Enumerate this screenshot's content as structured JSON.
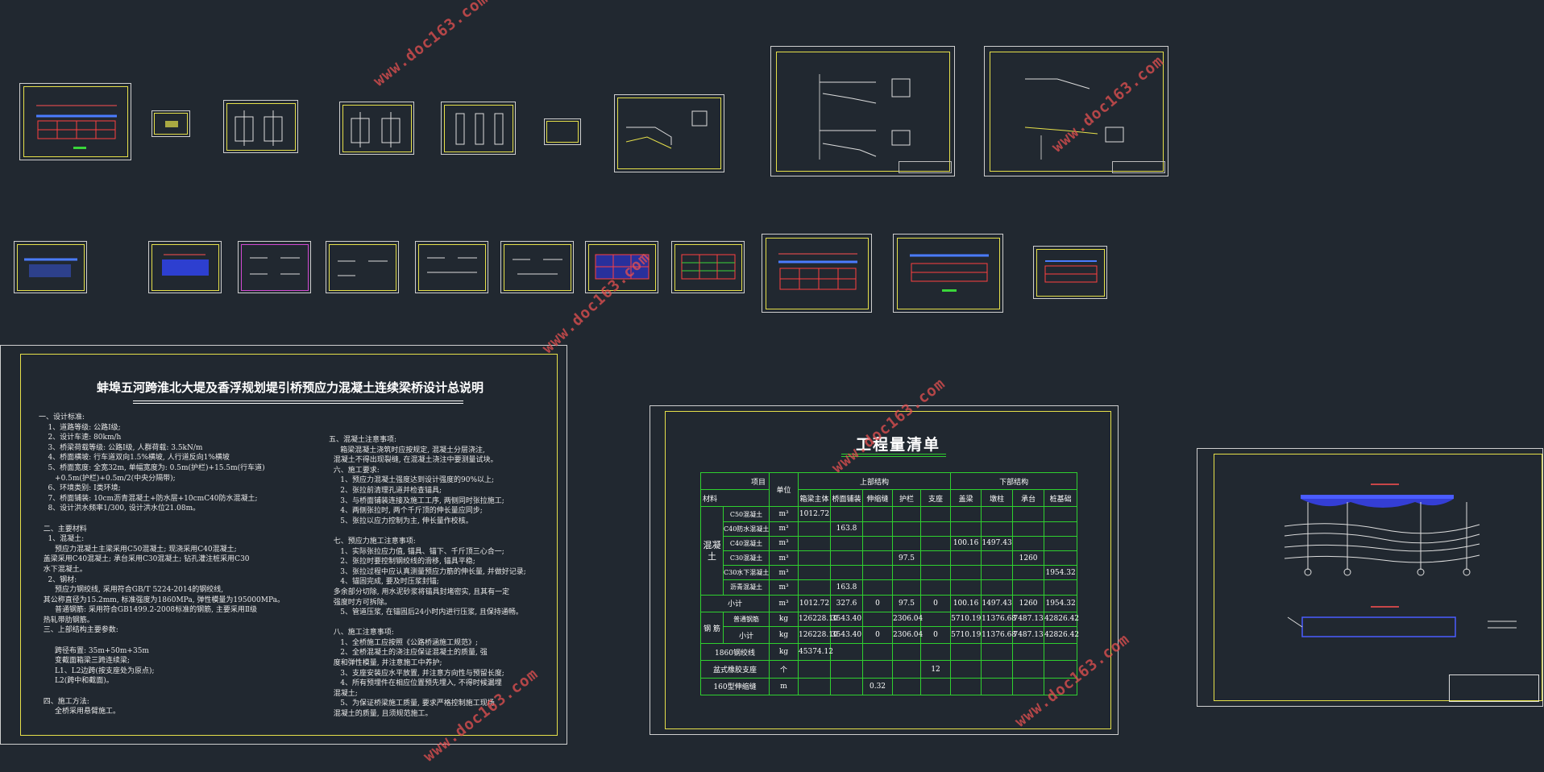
{
  "watermarks": [
    "www.doc163.com",
    "www.doc163.com",
    "www.doc163.com",
    "www.doc163.com",
    "www.doc163.com",
    "www.doc163.com"
  ],
  "main_drawing": {
    "title": "蚌埠五河跨淮北大堤及香浮规划堤引桥预应力混凝土连续梁桥设计总说明",
    "notes_left": "一、设计标准:\n    1、道路等级: 公路Ⅰ级;\n    2、设计车速: 80km/h\n    3、桥梁荷载等级: 公路Ⅰ级, 人群荷载: 3.5kN/m\n    4、桥面横坡: 行车道双向1.5%横坡, 人行道反向1%横坡\n    5、桥面宽度: 全宽32m, 单幅宽度为: 0.5m(护栏)+15.5m(行车道)\n       +0.5m(护栏)+0.5m/2(中央分隔带);\n    6、环境类别: Ⅰ类环境;\n    7、桥面铺装: 10cm沥青混凝土+防水层+10cmC40防水混凝土;\n    8、设计洪水频率1/300, 设计洪水位21.08m。\n\n  二、主要材料\n    1、混凝土:\n       预应力混凝土主梁采用C50混凝土; 现浇采用C40混凝土;\n  盖梁采用C40混凝土; 承台采用C30混凝土; 钻孔灌注桩采用C30\n  水下混凝土。\n    2、钢材:\n       预应力钢绞线, 采用符合GB/T 5224-2014的钢绞线,\n  其公称直径为15.2mm, 标准强度为1860MPa, 弹性模量为195000MPa。\n       普通钢筋: 采用符合GB1499.2-2008标准的钢筋, 主要采用Ⅱ级\n  热轧带肋钢筋。\n  三、上部结构主要参数:\n\n       跨径布置: 35m+50m+35m\n       变截面箱梁三跨连续梁;\n       L1、L2边跨(按支座处为原点);\n       L2(跨中和截面)。\n\n  四、施工方法:\n       全桥采用悬臂施工。",
    "notes_right": "五、混凝土注意事项:\n     箱梁混凝土浇筑时应按规定, 混凝土分层浇注,\n  混凝土不得出现裂缝, 在混凝土浇注中要测量试块。\n  六、施工要求:\n     1、预应力混凝土强度达到设计强度的90%以上;\n     2、张拉前清理孔道并检查锚具;\n     3、与桥面铺装连接及施工工序, 两侧同时张拉施工;\n     4、两侧张拉时, 两个千斤顶的伸长量应同步;\n     5、张拉以应力控制为主, 伸长量作校核。\n\n  七、预应力施工注意事项:\n     1、实际张拉应力值, 锚具、锚下、千斤顶三心合一;\n     2、张拉时要控制钢绞线的滑移, 锚具平稳;\n     3、张拉过程中应认真测量预应力筋的伸长量, 并做好记录;\n     4、锚固完成, 要及时压浆封锚;\n  多余部分切除, 用水泥砂浆将锚具封堵密实, 且其有一定\n  强度时方可拆除。\n     5、管道压浆, 在锚固后24小时内进行压浆, 且保持通畅。\n\n  八、施工注意事项:\n     1、全桥施工应按照《公路桥涵施工规范》;\n     2、全桥混凝土的浇注应保证混凝土的质量, 强\n  度和弹性模量, 并注意施工中养护;\n     3、支座安装应水平放置, 并注意方向性与预留长度;\n     4、所有预埋件在相应位置预先埋入, 不得时候漏埋\n  混凝土;\n     5、为保证桥梁施工质量, 要求严格控制施工现场\n  混凝土的质量, 且须规范施工。"
  },
  "qty_table": {
    "title": "工程量清单",
    "header_item": "项目",
    "header_material": "材料",
    "header_unit": "单位",
    "group_upper": "上部结构",
    "group_lower": "下部结构",
    "cols": [
      "箱梁主体",
      "桥面铺装",
      "伸缩缝",
      "护栏",
      "支座",
      "盖梁",
      "墩柱",
      "承台",
      "桩基础"
    ],
    "concrete_label": "混凝土",
    "rows": [
      {
        "name": "C50混凝土",
        "unit": "m³",
        "v": [
          "1012.72",
          "",
          "",
          "",
          "",
          "",
          "",
          "",
          ""
        ]
      },
      {
        "name": "C40防水混凝土",
        "unit": "m³",
        "v": [
          "",
          "163.8",
          "",
          "",
          "",
          "",
          "",
          "",
          ""
        ]
      },
      {
        "name": "C40混凝土",
        "unit": "m³",
        "v": [
          "",
          "",
          "",
          "",
          "",
          "100.16",
          "1497.43",
          "",
          ""
        ]
      },
      {
        "name": "C30混凝土",
        "unit": "m³",
        "v": [
          "",
          "",
          "",
          "97.5",
          "",
          "",
          "",
          "1260",
          ""
        ]
      },
      {
        "name": "C30水下混凝土",
        "unit": "m³",
        "v": [
          "",
          "",
          "",
          "",
          "",
          "",
          "",
          "",
          "1954.32"
        ]
      },
      {
        "name": "沥青混凝土",
        "unit": "m³",
        "v": [
          "",
          "163.8",
          "",
          "",
          "",
          "",
          "",
          "",
          ""
        ]
      }
    ],
    "subtotal1": {
      "name": "小计",
      "unit": "m³",
      "v": [
        "1012.72",
        "327.6",
        "0",
        "97.5",
        "0",
        "100.16",
        "1497.43",
        "1260",
        "1954.32"
      ]
    },
    "steel": {
      "group": "钢 筋",
      "name": "普通钢筋",
      "unit": "kg",
      "v": [
        "126228.10",
        "3543.40",
        "",
        "2306.04",
        "",
        "5710.19",
        "11376.68",
        "7487.13",
        "42826.42"
      ]
    },
    "subtotal2": {
      "name": "小计",
      "unit": "kg",
      "v": [
        "126228.10",
        "3543.40",
        "0",
        "2306.04",
        "0",
        "5710.19",
        "11376.68",
        "7487.13",
        "42826.42"
      ]
    },
    "strand": {
      "name": "1860钢绞线",
      "unit": "kg",
      "v": [
        "45374.12",
        "",
        "",
        "",
        "",
        "",
        "",
        "",
        ""
      ]
    },
    "bearing": {
      "name": "盆式橡胶支座",
      "unit": "个",
      "v": [
        "",
        "",
        "",
        "",
        "12",
        "",
        "",
        "",
        ""
      ]
    },
    "joint": {
      "name": "160型伸缩缝",
      "unit": "m",
      "v": [
        "",
        "",
        "0.32",
        "",
        "",
        "",
        "",
        "",
        ""
      ]
    }
  },
  "colors": {
    "background": "#212830",
    "frame": "#e6e04a",
    "grid": "#2fd02f",
    "watermark": "#e65050"
  }
}
